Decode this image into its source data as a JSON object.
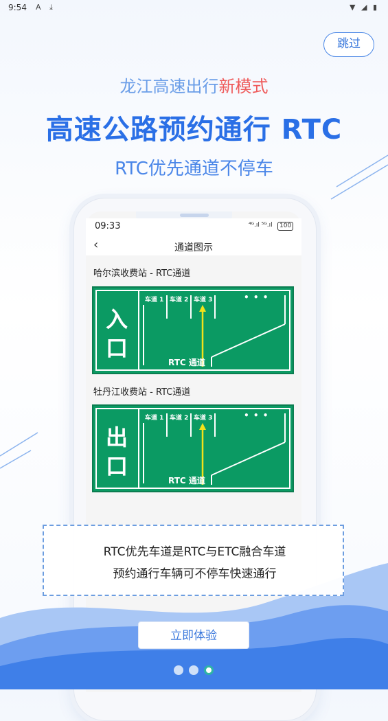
{
  "status_bar": {
    "time": "9:54",
    "left_icons": [
      "A",
      "⤓"
    ],
    "right_icons": [
      "▼",
      "◢",
      "▮"
    ]
  },
  "skip_button": "跳过",
  "tagline": {
    "part1": "龙江高速出行",
    "highlight": "新模式"
  },
  "headline": "高速公路预约通行 RTC",
  "subline": "RTC优先通道不停车",
  "phone": {
    "time": "09:33",
    "signal": "⁴ᴳ.ıl ⁵ᴳ.ıl",
    "battery": "100",
    "back": "‹",
    "title": "通道图示",
    "stations": [
      {
        "title": "哈尔滨收费站 - RTC通道",
        "sign_chars": [
          "入",
          "口"
        ],
        "lanes": [
          "车道 1",
          "车道 2",
          "车道 3"
        ],
        "more": "• • •",
        "rtc_label": "RTC 通道"
      },
      {
        "title": "牡丹江收费站 - RTC通道",
        "sign_chars": [
          "出",
          "口"
        ],
        "lanes": [
          "车道 1",
          "车道 2",
          "车道 3"
        ],
        "more": "• • •",
        "rtc_label": "RTC 通道"
      }
    ]
  },
  "description": {
    "line1": "RTC优先车道是RTC与ETC融合车道",
    "line2": "预约通行车辆可不停车快速通行"
  },
  "try_button": "立即体验",
  "pager": {
    "count": 3,
    "active": 2
  },
  "colors": {
    "accent": "#3a78dc",
    "sign_green": "#0b9a63",
    "highlight_red": "#ef5b5b",
    "lane_yellow": "#f2e21a"
  }
}
